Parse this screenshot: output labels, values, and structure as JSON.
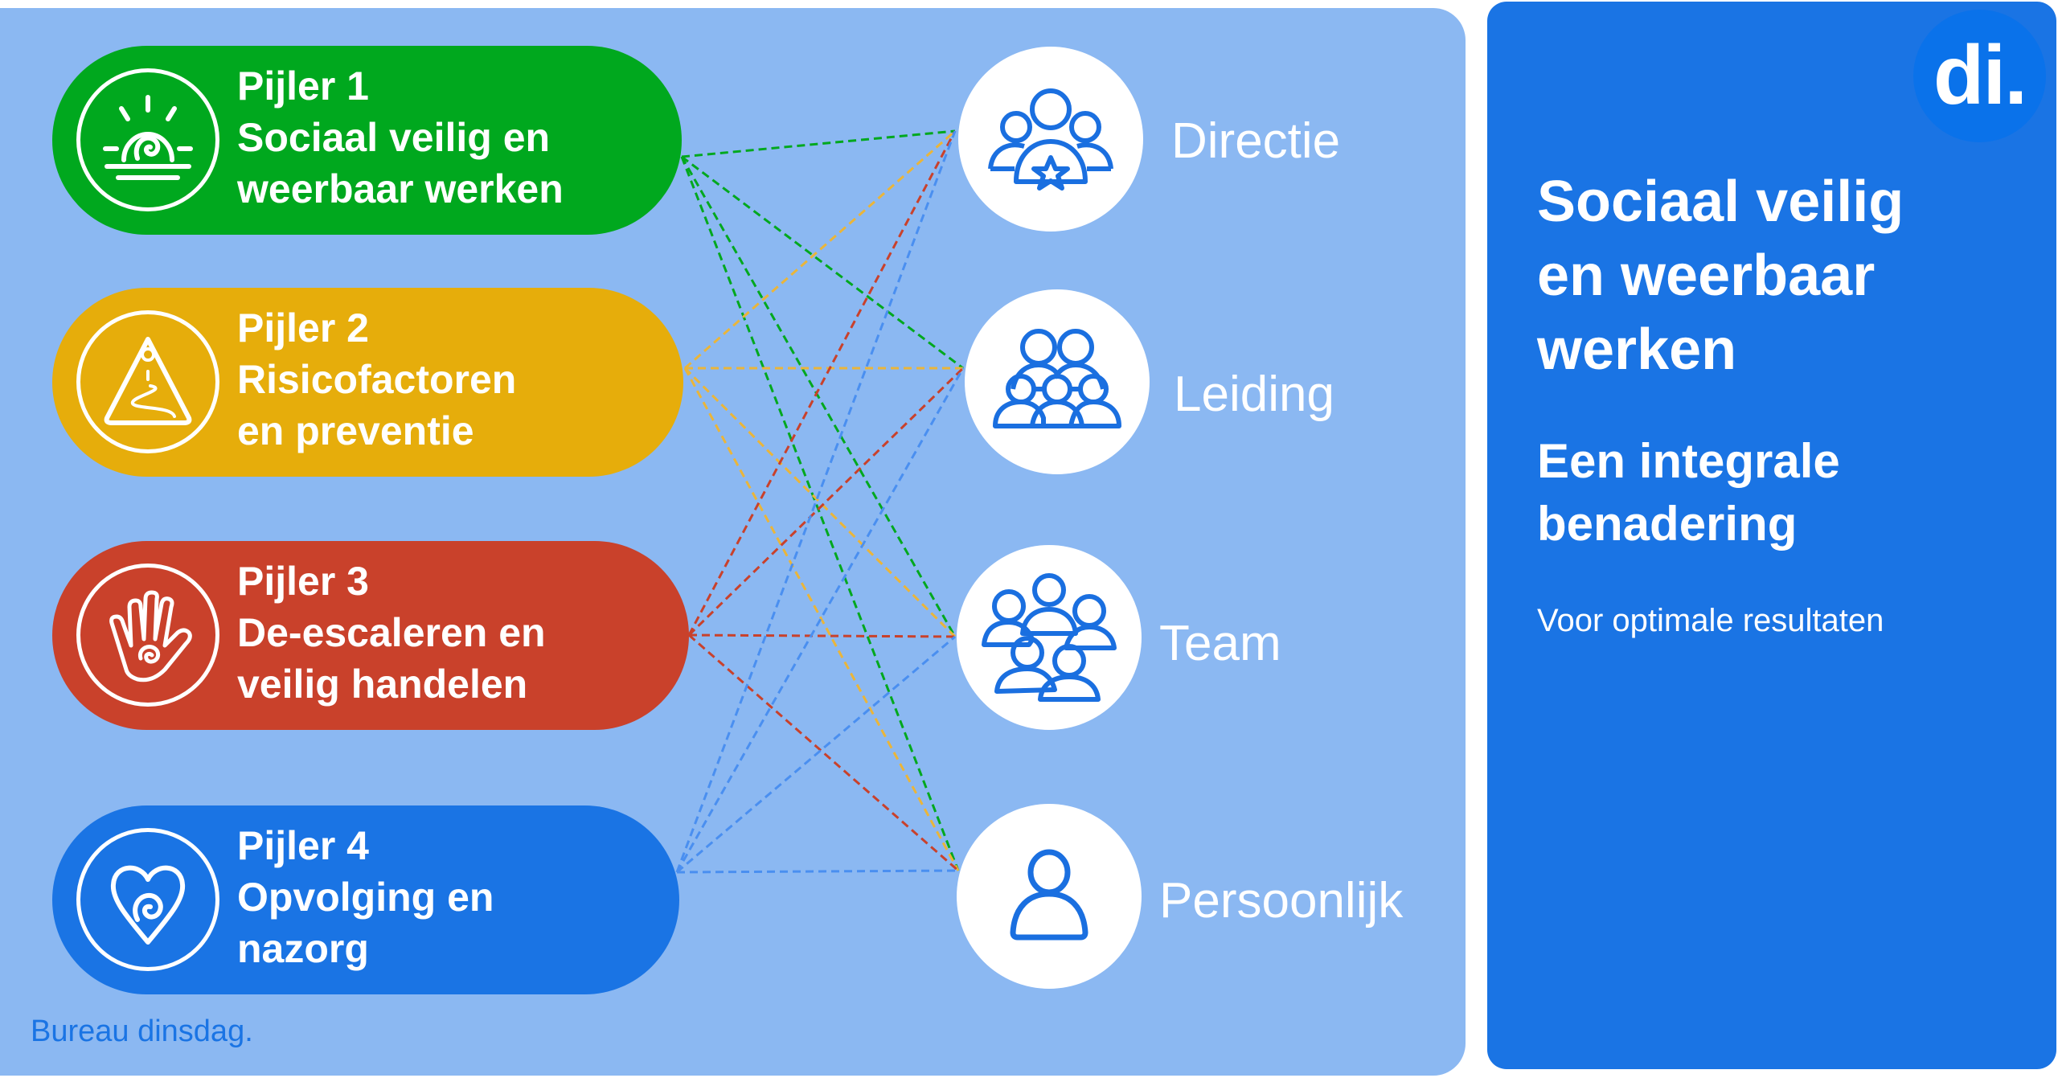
{
  "pillars": [
    {
      "line1": "Pijler 1",
      "line2": "Sociaal veilig en",
      "line3": "weerbaar werken",
      "color": "#00a81e",
      "icon": "sunrise-spiral-icon"
    },
    {
      "line1": "Pijler 2",
      "line2": "Risicofactoren",
      "line3": "en preventie",
      "color": "#e6ad0b",
      "icon": "warning-triangle-path-icon"
    },
    {
      "line1": "Pijler 3",
      "line2": "De-escaleren en",
      "line3": "veilig handelen",
      "color": "#c9412b",
      "icon": "hand-spiral-icon"
    },
    {
      "line1": "Pijler 4",
      "line2": "Opvolging en",
      "line3": "nazorg",
      "color": "#1a74e4",
      "icon": "heart-spiral-icon"
    }
  ],
  "levels": [
    {
      "label": "Directie",
      "icon": "group-star-icon"
    },
    {
      "label": "Leiding",
      "icon": "leadership-group-icon"
    },
    {
      "label": "Team",
      "icon": "team-icon"
    },
    {
      "label": "Persoonlijk",
      "icon": "person-icon"
    }
  ],
  "connections": {
    "description": "Every pillar connects to every level with a dashed line in the pillar's color",
    "pairs": "all-to-all"
  },
  "footer": {
    "brand": "Bureau dinsdag."
  },
  "right_panel": {
    "logo_text": "di.",
    "title": "Sociaal veilig en weerbaar werken",
    "subtitle_line1": "Een integrale",
    "subtitle_line2": "benadering",
    "tagline": "Voor optimale resultaten",
    "background": "#1a74e4"
  },
  "colors": {
    "canvas": "#8bb8f2",
    "icon_blue": "#1a6fe0"
  }
}
